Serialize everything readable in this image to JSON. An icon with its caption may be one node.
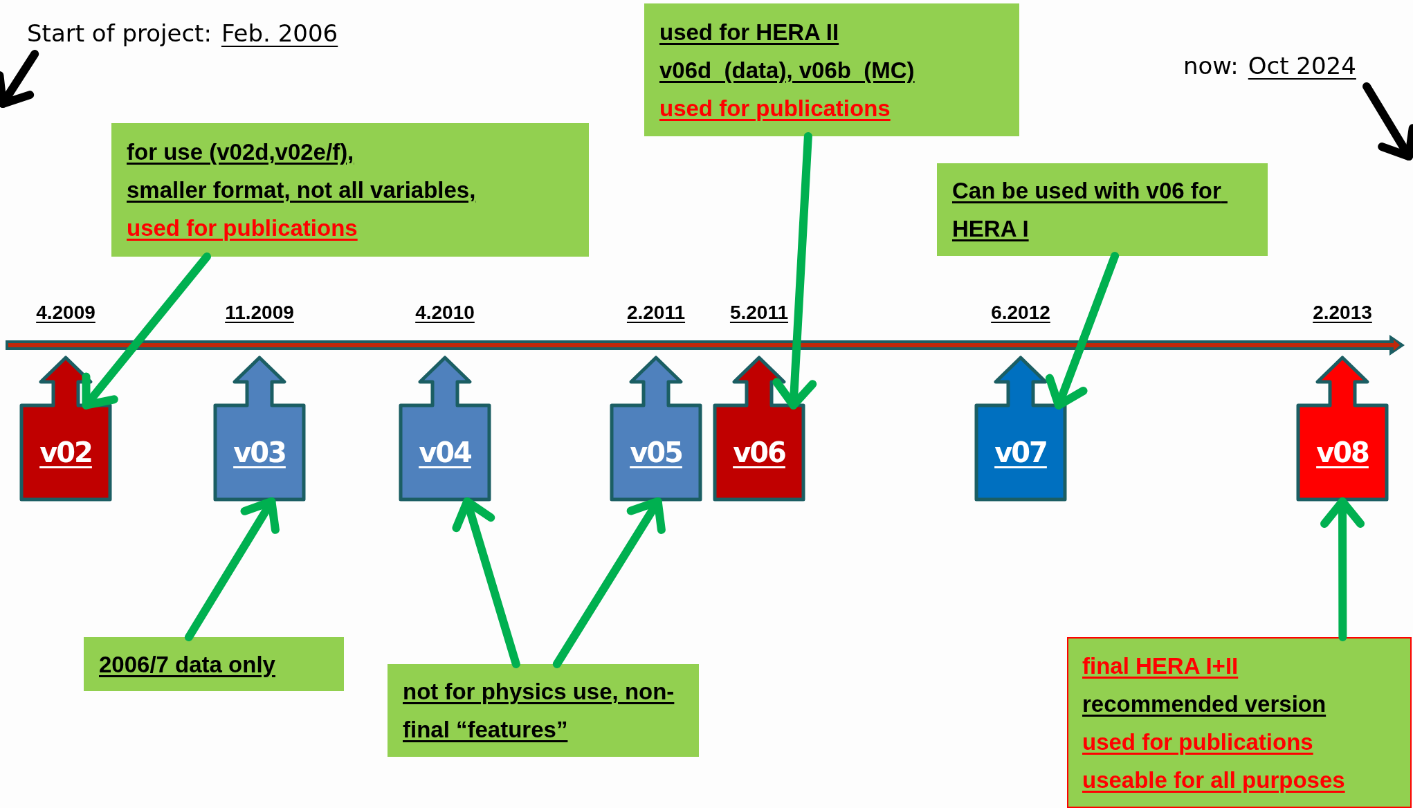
{
  "diagram": {
    "nodes": [
      {
        "text": [
          "Start of project:",
          "Feb. 2006"
        ]
      },
      {
        "text": [
          "used for HERA II",
          "v06d  (data), v06b  (MC)",
          "used for publications"
        ]
      },
      {
        "text": [
          "now:",
          "Oct 2024"
        ]
      },
      {
        "text": [
          "for use (v02d,v02e/f),",
          "smaller format, not all variables,",
          "used for publications"
        ]
      },
      {
        "text": [
          "Can be used with v06 for HERA I"
        ]
      },
      {
        "text": [
          "v02"
        ],
        "beside": [
          "4.2009"
        ]
      },
      {
        "text": [
          "v03"
        ],
        "beside": [
          "11.2009"
        ]
      },
      {
        "text": [
          "v04"
        ],
        "beside": [
          "4.2010"
        ]
      },
      {
        "text": [
          "v05"
        ],
        "beside": [
          "2.2011"
        ]
      },
      {
        "text": [
          "v06"
        ],
        "beside": [
          "5.2011"
        ]
      },
      {
        "text": [
          "v07"
        ],
        "beside": [
          "6.2012"
        ]
      },
      {
        "text": [
          "v08"
        ],
        "beside": [
          "2.2013"
        ]
      },
      {
        "text": [
          "2006/7 data only"
        ]
      },
      {
        "text": [
          "not for physics use, non-final “features”"
        ]
      },
      {
        "text": [
          "final HERA I+II",
          "recommended version",
          "used for publications",
          "useable for all purposes"
        ]
      }
    ],
    "edges": [
      {
        "from": 0,
        "to": null,
        "arrow": "to",
        "color": "#000000"
      },
      {
        "from": 2,
        "to": null,
        "arrow": "to",
        "color": "#000000"
      },
      {
        "from": 3,
        "to": 5,
        "arrow": "to"
      },
      {
        "from": 1,
        "to": 9,
        "arrow": "to"
      },
      {
        "from": 4,
        "to": 10,
        "arrow": "to"
      },
      {
        "from": 12,
        "to": 6,
        "arrow": "to"
      },
      {
        "from": 13,
        "to": 7,
        "arrow": "to"
      },
      {
        "from": 13,
        "to": 8,
        "arrow": "to"
      },
      {
        "from": 14,
        "to": 11,
        "arrow": "to"
      }
    ]
  }
}
